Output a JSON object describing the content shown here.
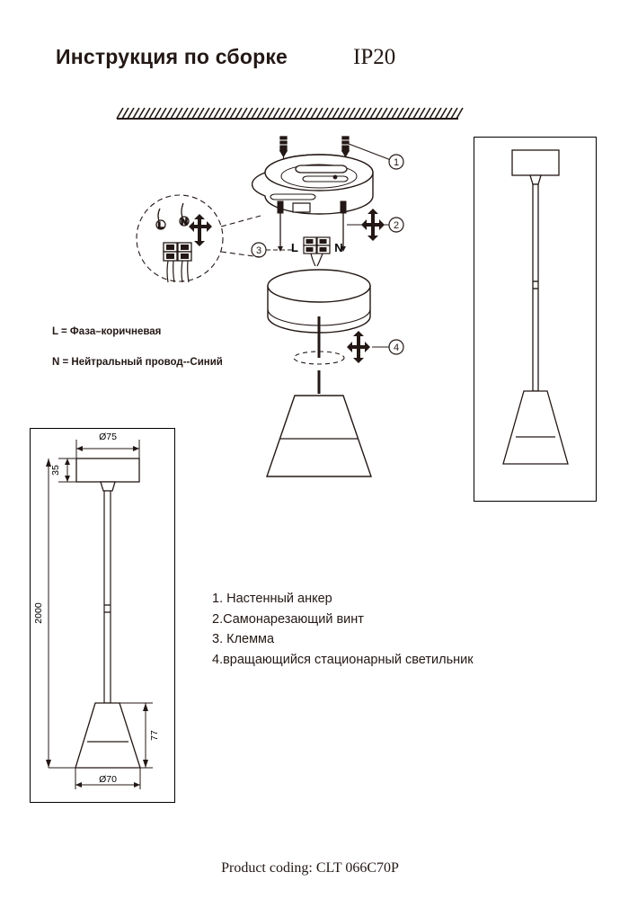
{
  "header": {
    "title": "Инструкция по сборке",
    "ip_rating": "IP20"
  },
  "legend": {
    "line_l": "L = Фаза–коричневая",
    "line_n": "N = Нейтральный провод--Синий",
    "terminal_l": "L",
    "terminal_n": "N"
  },
  "callouts": {
    "one": "1",
    "two": "2",
    "three": "3",
    "four": "4"
  },
  "steps": [
    "1. Настенный анкер",
    "2.Самонарезающий винт",
    "3. Клемма",
    "4.вращающийся стационарный светильник"
  ],
  "dimensions": {
    "canopy_diameter": "Ø75",
    "canopy_height": "35",
    "drop_length": "2000",
    "shade_diameter": "Ø70",
    "shade_height": "77"
  },
  "footer": {
    "product_coding": "Product coding: CLT 066C70P"
  },
  "colors": {
    "ink": "#231815",
    "line": "#000000",
    "background": "#ffffff"
  }
}
